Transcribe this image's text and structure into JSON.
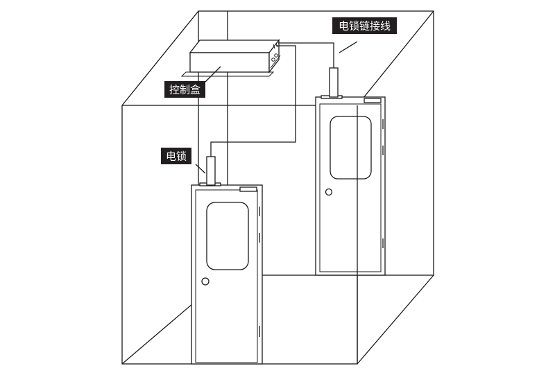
{
  "labels": {
    "control_box": "控制盒",
    "electric_lock": "电锁",
    "lock_cable": "电锁链接线"
  },
  "colors": {
    "line": "#1a1a1a",
    "label_background": "#231f20",
    "label_text": "#ffffff",
    "background": "#ffffff"
  }
}
